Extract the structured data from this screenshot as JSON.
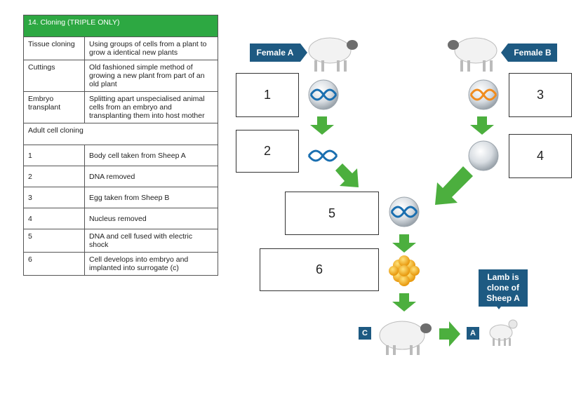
{
  "table": {
    "header": "14. Cloning (TRIPLE ONLY)",
    "rows": [
      {
        "term": "Tissue cloning",
        "def": "Using groups of cells from a plant to grow a identical new plants"
      },
      {
        "term": "Cuttings",
        "def": "Old fashioned simple method of growing a new plant from part of an old plant"
      },
      {
        "term": "Embryo transplant",
        "def": "Splitting apart unspecialised animal cells from an embryo and transplanting them into host mother"
      }
    ],
    "section": "Adult cell cloning",
    "steps": [
      {
        "num": "1",
        "text": "Body cell taken from Sheep A"
      },
      {
        "num": "2",
        "text": "DNA removed"
      },
      {
        "num": "3",
        "text": "Egg taken from Sheep B"
      },
      {
        "num": "4",
        "text": "Nucleus removed"
      },
      {
        "num": "5",
        "text": "DNA and cell fused with electric shock"
      },
      {
        "num": "6",
        "text": "Cell develops into embryo and implanted into surrogate (c)"
      }
    ]
  },
  "diagram": {
    "female_a": "Female A",
    "female_b": "Female B",
    "boxes": [
      "1",
      "2",
      "3",
      "4",
      "5",
      "6"
    ],
    "surrogate_tag": "C",
    "lamb_tag": "A",
    "callout": [
      "Lamb is",
      "clone of",
      "Sheep A"
    ]
  },
  "colors": {
    "header_green": "#2da842",
    "tag_blue": "#1e5a82",
    "arrow_green": "#4caf3e",
    "dna_blue": "#1a6fb0",
    "dna_orange": "#f08c1e"
  }
}
